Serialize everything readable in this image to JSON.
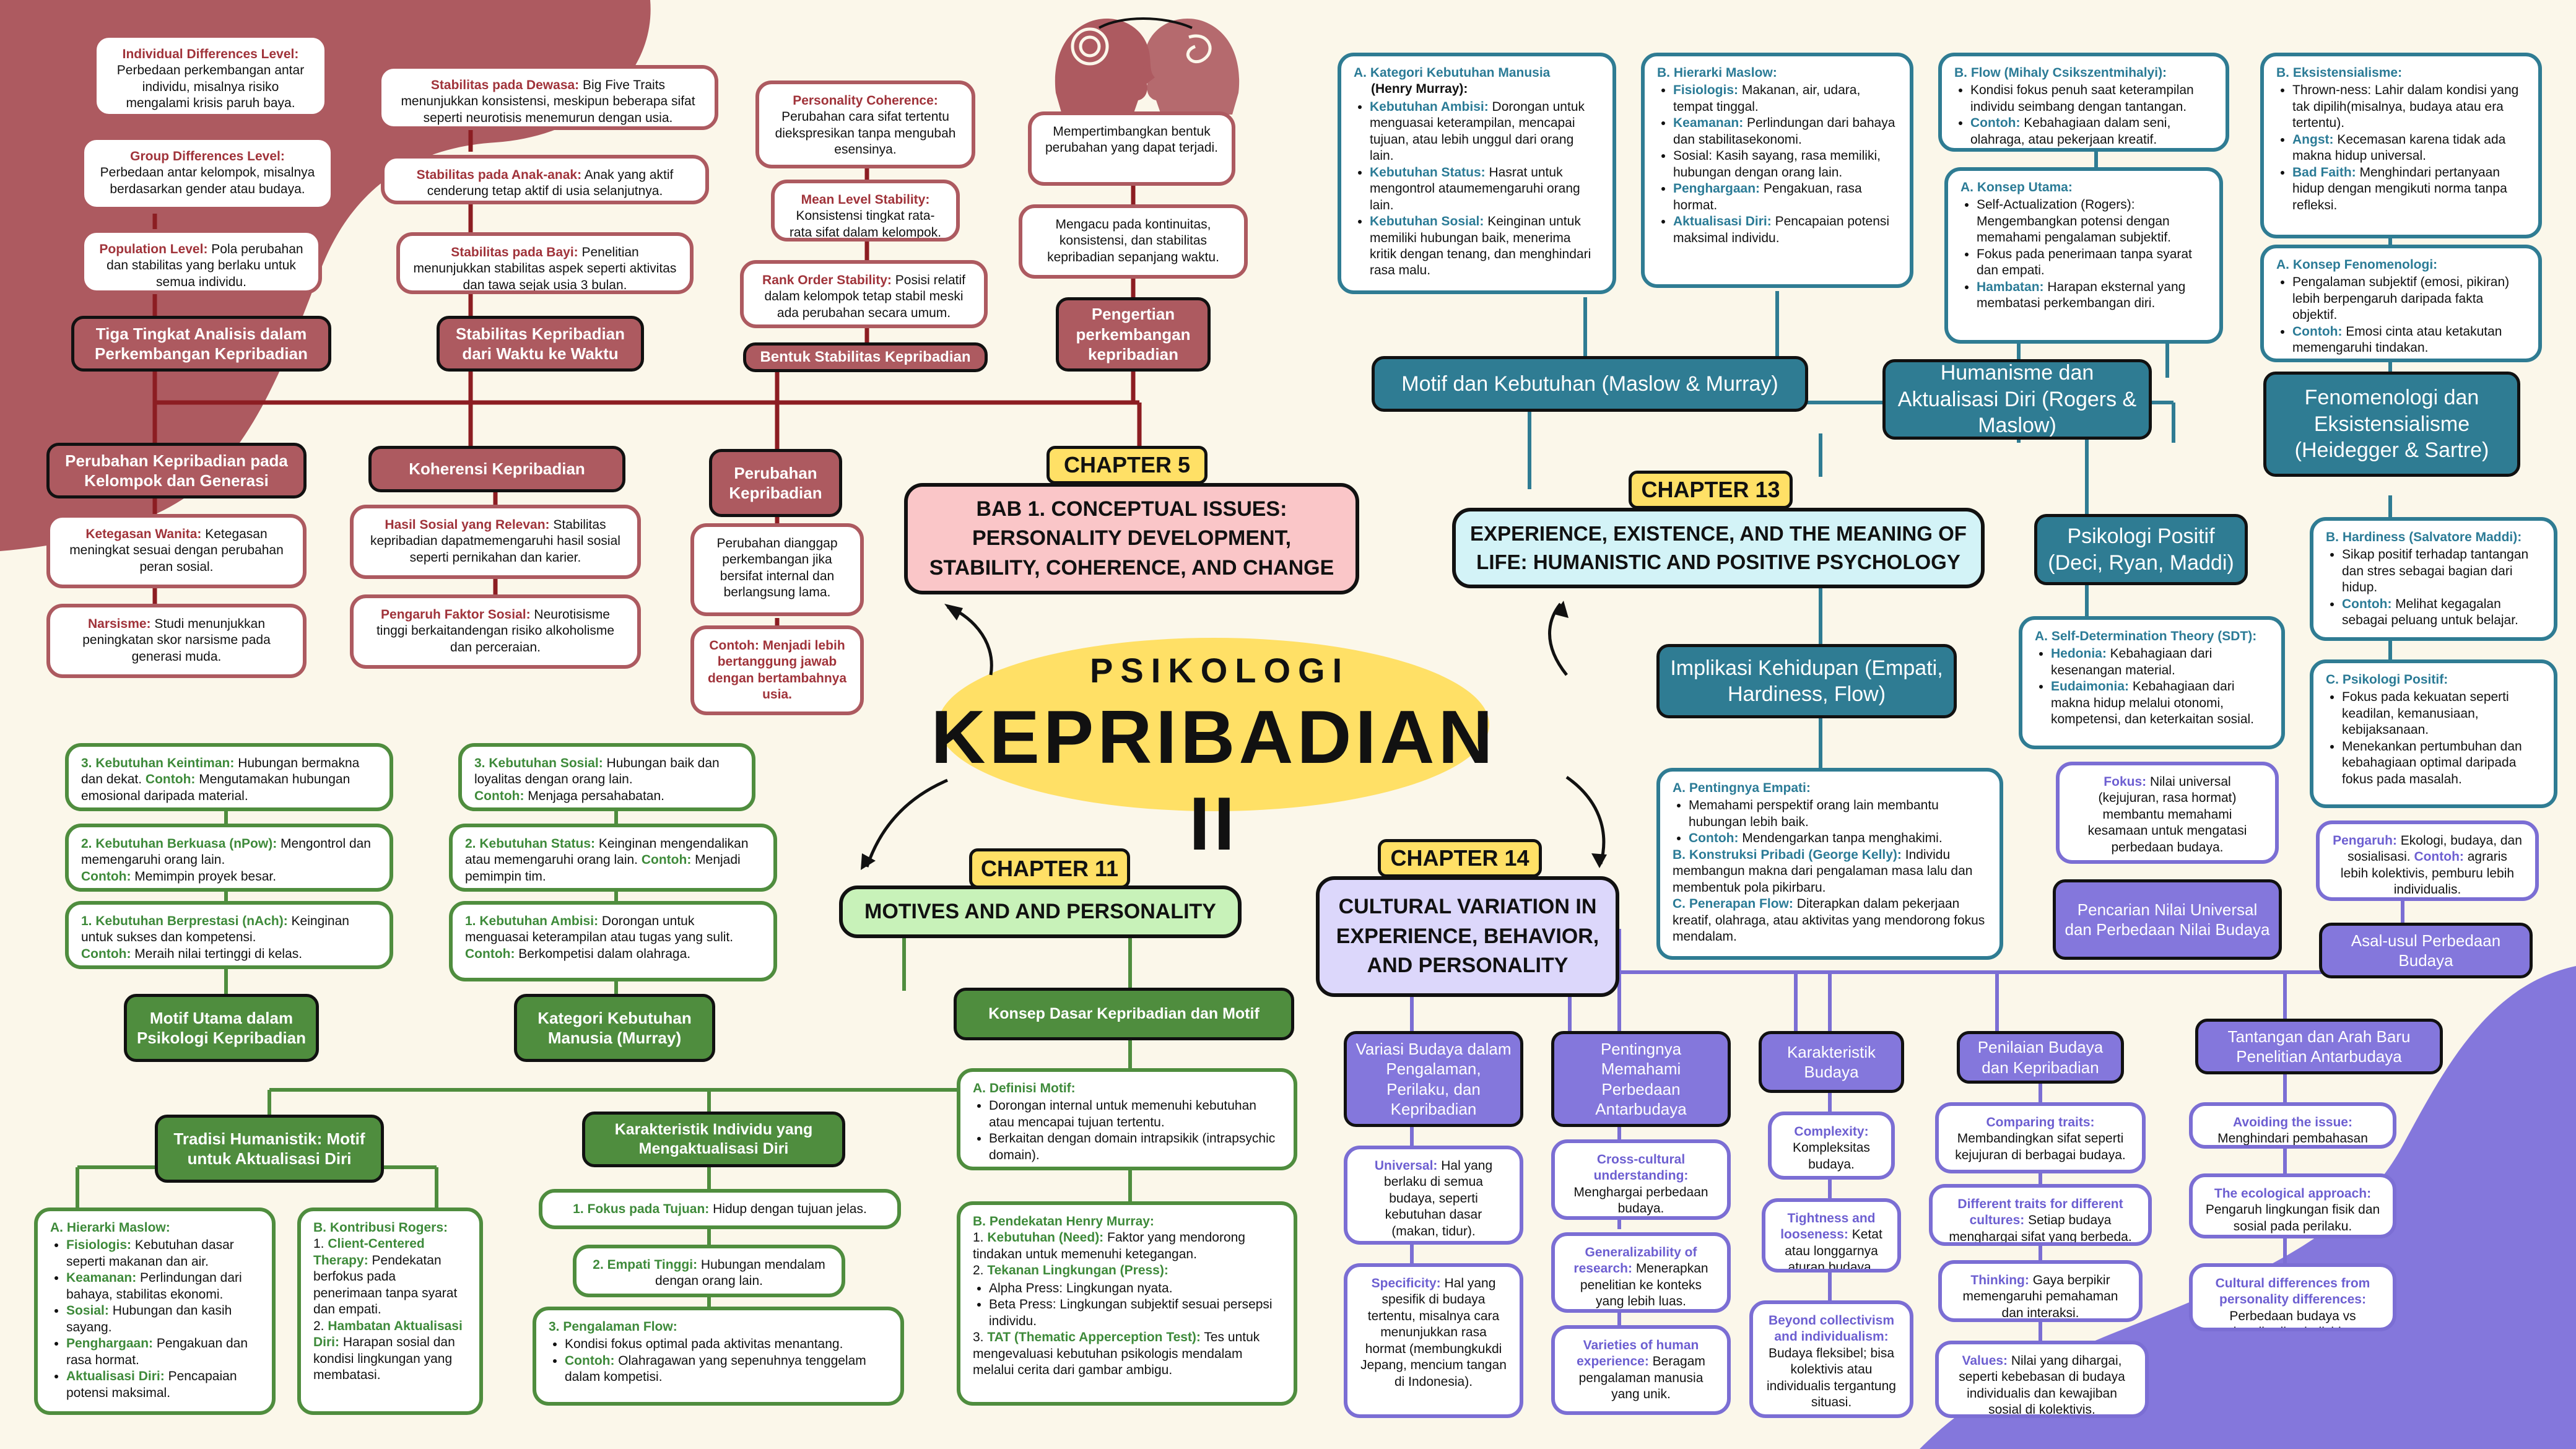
{
  "title": {
    "psikologi": "PSIKOLOGI",
    "main": "KEPRIBADIAN II"
  },
  "colors": {
    "red": "#ad5a60",
    "green": "#4f8d3e",
    "teal": "#2f7c93",
    "purple": "#7b6ed4",
    "yellow": "#ffe066",
    "background": "#fbf7ea"
  },
  "ch5": {
    "label": "CHAPTER 5",
    "title": "BAB 1. CONCEPTUAL ISSUES: PERSONALITY DEVELOPMENT, STABILITY, COHERENCE, AND CHANGE",
    "tiga": {
      "header": "Tiga Tingkat Analisis dalam Perkembangan Kepribadian",
      "individual": {
        "key": "Individual Differences Level:",
        "text": " Perbedaan perkembangan antar individu, misalnya risiko mengalami krisis paruh baya."
      },
      "group": {
        "key": "Group Differences Level:",
        "text": " Perbedaan antar kelompok, misalnya berdasarkan gender atau budaya."
      },
      "population": {
        "key": "Population Level:",
        "text": " Pola perubahan dan stabilitas yang berlaku untuk semua individu."
      }
    },
    "stabilitas": {
      "header": "Stabilitas Kepribadian dari Waktu ke Waktu",
      "dewasa": {
        "key": "Stabilitas pada Dewasa:",
        "text": " Big Five Traits menunjukkan konsistensi, meskipun beberapa sifat seperti neurotisis menemurun dengan usia."
      },
      "anak": {
        "key": "Stabilitas pada Anak-anak:",
        "text": " Anak yang aktif cenderung tetap aktif di usia selanjutnya."
      },
      "bayi": {
        "key": "Stabilitas pada Bayi:",
        "text": " Penelitian menunjukkan stabilitas aspek seperti aktivitas dan tawa sejak usia 3 bulan."
      }
    },
    "bentuk": {
      "header": "Bentuk Stabilitas Kepribadian",
      "coherence": {
        "key": "Personality Coherence:",
        "text": " Perubahan cara sifat tertentu diekspresikan tanpa mengubah esensinya."
      },
      "mean": {
        "key": "Mean Level Stability:",
        "text": " Konsistensi tingkat rata-rata sifat dalam kelompok."
      },
      "rank": {
        "key": "Rank Order Stability:",
        "text": " Posisi relatif dalam kelompok tetap stabil meski ada perubahan secara umum."
      }
    },
    "pengertian": {
      "header": "Pengertian perkembangan kepribadian",
      "p1": "Mempertimbangkan bentuk perubahan yang dapat terjadi.",
      "p2": "Mengacu pada kontinuitas, konsistensi, dan stabilitas kepribadian sepanjang waktu."
    },
    "perubahan_kelompok": {
      "header": "Perubahan Kepribadian pada Kelompok dan Generasi",
      "wanita": {
        "key": "Ketegasan Wanita:",
        "text": " Ketegasan meningkat sesuai dengan perubahan peran sosial."
      },
      "narsisme": {
        "key": "Narsisme:",
        "text": " Studi menunjukkan peningkatan skor narsisme pada generasi muda."
      }
    },
    "koherensi": {
      "header": "Koherensi Kepribadian",
      "hasil": {
        "key": "Hasil Sosial yang Relevan:",
        "text": " Stabilitas kepribadian dapatmemengaruhi hasil sosial seperti pernikahan dan karier."
      },
      "pengaruh": {
        "key": "Pengaruh Faktor Sosial:",
        "text": " Neurotisisme tinggi berkaitandengan risiko alkoholisme dan perceraian."
      }
    },
    "perubahan": {
      "header": "Perubahan Kepribadian",
      "desc": "Perubahan dianggap perkembangan jika bersifat internal dan berlangsung lama.",
      "contoh": "Contoh: Menjadi lebih bertanggung jawab dengan bertambahnya usia."
    }
  },
  "ch11": {
    "label": "CHAPTER 11",
    "title": "MOTIVES AND AND PERSONALITY",
    "motif_utama": {
      "header": "Motif Utama dalam Psikologi Kepribadian",
      "kein": {
        "key": "3. Kebutuhan Keintiman:",
        "text": " Hubungan bermakna dan dekat. ",
        "ckey": "Contoh:",
        "ctext": " Mengutamakan hubungan emosional daripada material."
      },
      "kekuasaan": {
        "key": "2. Kebutuhan Berkuasa (nPow):",
        "text": " Mengontrol dan memengaruhi orang lain.",
        "ckey": "Contoh:",
        "ctext": " Memimpin proyek besar."
      },
      "prestasi": {
        "key": "1. Kebutuhan Berprestasi (nAch):",
        "text": " Keinginan untuk sukses dan kompetensi.",
        "ckey": "Contoh:",
        "ctext": " Meraih nilai tertinggi di kelas."
      }
    },
    "kategori": {
      "header": "Kategori Kebutuhan Manusia (Murray)",
      "sosial": {
        "key": "3. Kebutuhan Sosial:",
        "text": " Hubungan baik dan loyalitas dengan orang lain.",
        "ckey": "Contoh:",
        "ctext": " Menjaga persahabatan."
      },
      "status": {
        "key": "2. Kebutuhan Status:",
        "text": " Keinginan mengendalikan atau memengaruhi orang lain. ",
        "ckey": "Contoh:",
        "ctext": " Menjadi pemimpin tim."
      },
      "ambisi": {
        "key": "1. Kebutuhan Ambisi:",
        "text": " Dorongan untuk menguasai keterampilan atau tugas yang sulit. ",
        "ckey": "Contoh:",
        "ctext": " Berkompetisi dalam olahraga."
      }
    },
    "konsep": {
      "header": "Konsep Dasar Kepribadian dan Motif",
      "definisi_title": "A. Definisi Motif:",
      "definisi_items": [
        "Dorongan internal untuk memenuhi kebutuhan atau mencapai tujuan tertentu.",
        "Berkaitan dengan domain intrapsikik (intrapsychic domain)."
      ],
      "murray_title": "B. Pendekatan Henry Murray:",
      "m1_key": "Kebutuhan (Need):",
      "m1_text": " Faktor yang mendorong tindakan untuk memenuhi ketegangan.",
      "m2_key": "Tekanan Lingkungan (Press):",
      "m2_items": [
        "Alpha Press: Lingkungan nyata.",
        "Beta Press: Lingkungan subjektif sesuai persepsi individu."
      ],
      "m3_key": "TAT (Thematic Apperception Test):",
      "m3_text": " Tes untuk mengevaluasi kebutuhan psikologis mendalam melalui cerita dari gambar ambigu."
    },
    "tradisi": {
      "header": "Tradisi Humanistik: Motif untuk Aktualisasi Diri",
      "maslow_title": "A. Hierarki Maslow:",
      "maslow_items": [
        {
          "key": "Fisiologis:",
          "text": " Kebutuhan dasar seperti makanan dan air."
        },
        {
          "key": "Keamanan:",
          "text": " Perlindungan dari bahaya, stabilitas ekonomi."
        },
        {
          "key": "Sosial:",
          "text": " Hubungan dan kasih sayang."
        },
        {
          "key": "Penghargaan:",
          "text": " Pengakuan dan rasa hormat."
        },
        {
          "key": "Aktualisasi Diri:",
          "text": " Pencapaian potensi maksimal."
        }
      ],
      "rogers_title": "B. Kontribusi Rogers:",
      "rogers_items": [
        {
          "key": "Client-Centered Therapy:",
          "text": " Pendekatan berfokus pada penerimaan tanpa syarat dan empati."
        },
        {
          "key": "Hambatan Aktualisasi Diri:",
          "text": " Harapan sosial dan kondisi lingkungan yang membatasi."
        }
      ]
    },
    "karakteristik": {
      "header": "Karakteristik Individu yang Mengaktualisasi Diri",
      "fokus": {
        "key": "1. Fokus pada Tujuan:",
        "text": " Hidup dengan tujuan jelas."
      },
      "empati": {
        "key": "2. Empati Tinggi:",
        "text": " Hubungan mendalam dengan orang lain."
      },
      "flow_title": "3. Pengalaman Flow:",
      "flow_items": [
        {
          "key": "",
          "text": "Kondisi fokus optimal pada aktivitas menantang."
        },
        {
          "key": "Contoh:",
          "text": " Olahragawan yang sepenuhnya tenggelam dalam kompetisi."
        }
      ]
    }
  },
  "ch13": {
    "label": "CHAPTER 13",
    "title": "EXPERIENCE, EXISTENCE, AND THE MEANING OF LIFE: HUMANISTIC AND POSITIVE PSYCHOLOGY",
    "motif": {
      "header": "Motif dan Kebutuhan (Maslow & Murray)",
      "kategori_title": "A. Kategori Kebutuhan Manusia",
      "kategori_sub": "(Henry Murray):",
      "kategori_items": [
        {
          "key": "Kebutuhan Ambisi:",
          "text": " Dorongan untuk menguasai keterampilan, mencapai tujuan, atau lebih unggul dari orang lain."
        },
        {
          "key": "Kebutuhan Status:",
          "text": " Hasrat untuk mengontrol ataumemengaruhi orang lain."
        },
        {
          "key": "Kebutuhan Sosial:",
          "text": " Keinginan untuk memiliki hubungan baik, menerima kritik dengan tenang, dan menghindari rasa malu."
        }
      ],
      "hierarki_title": "B. Hierarki Maslow:",
      "hierarki_items": [
        {
          "key": "Fisiologis:",
          "text": " Makanan, air, udara, tempat tinggal."
        },
        {
          "key": "Keamanan:",
          "text": " Perlindungan dari bahaya dan stabilitasekonomi."
        },
        {
          "key": "",
          "text": "Sosial: Kasih sayang, rasa memiliki, hubungan dengan orang lain."
        },
        {
          "key": "Penghargaan:",
          "text": " Pengakuan, rasa hormat."
        },
        {
          "key": "Aktualisasi Diri:",
          "text": " Pencapaian potensi maksimal individu."
        }
      ]
    },
    "humanisme": {
      "header": "Humanisme dan Aktualisasi Diri (Rogers & Maslow)",
      "flow_title": "B. Flow (Mihaly Csikszentmihalyi):",
      "flow_items": [
        {
          "key": "",
          "text": "Kondisi fokus penuh saat keterampilan individu seimbang dengan tantangan."
        },
        {
          "key": "Contoh:",
          "text": " Kebahagiaan dalam seni, olahraga, atau pekerjaan kreatif."
        }
      ],
      "konsep_title": "A. Konsep Utama:",
      "konsep_items": [
        {
          "key": "",
          "text": "Self-Actualization (Rogers): Mengembangkan potensi dengan memahami pengalaman subjektif."
        },
        {
          "key": "",
          "text": "Fokus pada penerimaan tanpa syarat dan empati."
        },
        {
          "key": "Hambatan:",
          "text": " Harapan eksternal yang membatasi perkembangan diri."
        }
      ]
    },
    "fenomenologi": {
      "header": "Fenomenologi dan Eksistensialisme (Heidegger & Sartre)",
      "eks_title": "B. Eksistensialisme:",
      "eks_items": [
        {
          "key": "",
          "text": "Thrown-ness: Lahir dalam kondisi yang tak dipilih(misalnya, budaya atau era tertentu)."
        },
        {
          "key": "Angst:",
          "text": " Kecemasan karena tidak ada makna hidup universal."
        },
        {
          "key": "Bad Faith:",
          "text": " Menghindari pertanyaan hidup dengan mengikuti norma tanpa refleksi."
        }
      ],
      "fen_title": "A. Konsep Fenomenologi:",
      "fen_items": [
        {
          "key": "",
          "text": "Pengalaman subjektif (emosi, pikiran) lebih berpengaruh daripada fakta objektif."
        },
        {
          "key": "Contoh:",
          "text": " Emosi cinta atau ketakutan memengaruhi tindakan."
        }
      ]
    },
    "positif": {
      "header": "Psikologi Positif (Deci, Ryan, Maddi)",
      "sdt_title": "A. Self-Determination Theory (SDT):",
      "sdt_items": [
        {
          "key": "Hedonia:",
          "text": " Kebahagiaan dari kesenangan material."
        },
        {
          "key": "Eudaimonia:",
          "text": " Kebahagiaan dari makna hidup melalui otonomi, kompetensi, dan keterkaitan sosial."
        }
      ],
      "hard_title": "B. Hardiness (Salvatore Maddi):",
      "hard_items": [
        {
          "key": "",
          "text": "Sikap positif terhadap tantangan dan stres sebagai bagian dari hidup."
        },
        {
          "key": "Contoh:",
          "text": " Melihat kegagalan sebagai peluang untuk belajar."
        }
      ],
      "pp_title": "C. Psikologi Positif:",
      "pp_items": [
        {
          "key": "",
          "text": "Fokus pada kekuatan seperti keadilan, kemanusiaan, kebijaksanaan."
        },
        {
          "key": "",
          "text": "Menekankan pertumbuhan dan kebahagiaan optimal daripada fokus pada masalah."
        }
      ]
    },
    "implikasi": {
      "header": "Implikasi Kehidupan (Empati, Hardiness, Flow)",
      "a_title": "A. Pentingnya Empati:",
      "a_items": [
        {
          "key": "",
          "text": "Memahami perspektif orang lain membantu hubungan lebih baik."
        },
        {
          "key": "Contoh:",
          "text": " Mendengarkan tanpa menghakimi."
        }
      ],
      "b_title": "B. Konstruksi Pribadi (George Kelly):",
      "b_text": " Individu membangun makna dari pengalaman masa lalu dan membentuk pola pikirbaru.",
      "c_title": "C. Penerapan Flow:",
      "c_text": " Diterapkan dalam pekerjaan kreatif, olahraga, atau aktivitas yang mendorong fokus mendalam."
    }
  },
  "ch14": {
    "label": "CHAPTER 14",
    "title": "CULTURAL VARIATION IN EXPERIENCE, BEHAVIOR, AND PERSONALITY",
    "variasi": {
      "header": "Variasi Budaya dalam Pengalaman, Perilaku, dan Kepribadian",
      "universal": {
        "key": "Universal:",
        "text": " Hal yang berlaku di semua budaya, seperti kebutuhan dasar (makan, tidur)."
      },
      "spesifik": {
        "key": "Specificity:",
        "text": " Hal yang spesifik di budaya tertentu, misalnya cara menunjukkan rasa hormat (membungkukdi Jepang, mencium tangan di Indonesia)."
      }
    },
    "pentingnya": {
      "header": "Pentingnya Memahami Perbedaan Antarbudaya",
      "cross": {
        "key": "Cross-cultural understanding:",
        "text": " Menghargai perbedaan budaya."
      },
      "general": {
        "key": "Generalizability of research:",
        "text": " Menerapkan penelitian ke konteks yang lebih luas."
      },
      "varieties": {
        "key": "Varieties of human experience:",
        "text": " Beragam pengalaman manusia yang unik."
      }
    },
    "karakteristik": {
      "header": "Karakteristik Budaya",
      "complexity": {
        "key": "Complexity:",
        "text": " Kompleksitas budaya."
      },
      "tightness": {
        "key": "Tightness and looseness:",
        "text": " Ketat atau longgarnya aturan budaya."
      },
      "beyond": {
        "key": "Beyond collectivism and individualism:",
        "text": " Budaya fleksibel; bisa kolektivis atau individualis tergantung situasi."
      }
    },
    "penilaian": {
      "header": "Penilaian Budaya dan Kepribadian",
      "comparing": {
        "key": "Comparing traits:",
        "text": " Membandingkan sifat seperti kejujuran di berbagai budaya."
      },
      "different": {
        "key": "Different traits for different cultures:",
        "text": " Setiap budaya menghargai sifat yang berbeda."
      },
      "thinking": {
        "key": "Thinking:",
        "text": " Gaya berpikir memengaruhi pemahaman dan interaksi."
      },
      "values": {
        "key": "Values:",
        "text": " Nilai yang dihargai, seperti kebebasan di budaya individualis dan kewajiban sosial di kolektivis."
      }
    },
    "tantangan": {
      "header": "Tantangan dan Arah Baru Penelitian Antarbudaya",
      "avoiding": {
        "key": "Avoiding the issue:",
        "text": " Menghindari pembahasan masalahbudaya."
      },
      "ecological": {
        "key": "The ecological approach:",
        "text": " Pengaruh lingkungan fisik dan sosial pada perilaku."
      },
      "cultural": {
        "key": "Cultural differences from personality differences:",
        "text": " Perbedaan budaya vs kepribadian individu."
      }
    },
    "pencarian": {
      "header": "Pencarian Nilai Universal dan Perbedaan Nilai Budaya",
      "fokus": {
        "key": "Fokus:",
        "text": " Nilai universal (kejujuran, rasa hormat) membantu memahami kesamaan untuk mengatasi perbedaan budaya."
      }
    },
    "asal": {
      "header": "Asal-usul Perbedaan Budaya",
      "pengaruh": {
        "key": "Pengaruh:",
        "text": " Ekologi, budaya, dan sosialisasi. ",
        "ckey": "Contoh:",
        "ctext": " agraris lebih kolektivis, pemburu lebih individualis."
      }
    }
  },
  "icons": {
    "heads": "two-heads-swirl-icon"
  }
}
